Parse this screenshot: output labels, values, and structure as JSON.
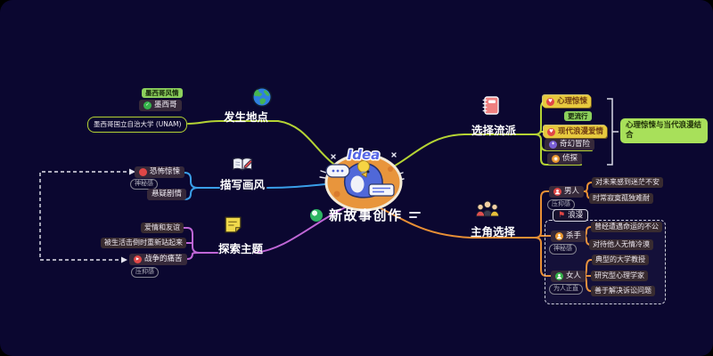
{
  "colors": {
    "background": "#0b0730",
    "branch_location": "#b5d334",
    "branch_style": "#3a9ee8",
    "branch_theme": "#bf66d6",
    "branch_genre": "#b5d334",
    "branch_protagonist": "#e88f35",
    "highlight_yellow": "#e7c93e",
    "tag_green": "#8cd05c",
    "annotation_green": "#a8e05a",
    "node_background": "#36293a",
    "relation_line": "#e4e4ee"
  },
  "icons": {
    "check": "✓",
    "play": "▶",
    "heart": "♥",
    "sparkle": "✦",
    "target": "◉",
    "flag": "⚑"
  },
  "center": {
    "badge": "Idea",
    "title": "新故事创作"
  },
  "location": {
    "label": "发生地点",
    "tag": "墨西哥风情",
    "node": "墨西哥",
    "subnode": "墨西哥国立自治大学 (UNAM)"
  },
  "style": {
    "label": "描写画风",
    "horror": "恐怖惊悚",
    "horror_tag": "神秘感",
    "suspense": "悬疑剧情"
  },
  "theme": {
    "label": "探索主题",
    "love": "爱情和友谊",
    "standup": "被生活击倒时重新站起来",
    "war": "战争的痛苦",
    "war_tag": "压抑感"
  },
  "genre": {
    "label": "选择流派",
    "psycho": "心理惊悚",
    "popular_tag": "更流行",
    "romance": "现代浪漫爱情",
    "fantasy": "奇幻冒险",
    "detective": "侦探",
    "annotation": "心理惊悚与当代浪漫结合"
  },
  "protagonist": {
    "label": "主角选择",
    "boundary": "浪漫",
    "man": {
      "name": "男人",
      "tag": "压抑感",
      "traits": [
        "对未来感到迷茫不安",
        "时常寂寞孤独难耐"
      ]
    },
    "killer": {
      "name": "杀手",
      "tag": "神秘感",
      "traits": [
        "曾经遭遇命运的不公",
        "对待他人无情冷漠"
      ]
    },
    "woman": {
      "name": "女人",
      "tag": "为人正直",
      "traits": [
        "典型的大学教授",
        "研究型心理学家",
        "善于解决诉讼问题"
      ]
    }
  }
}
